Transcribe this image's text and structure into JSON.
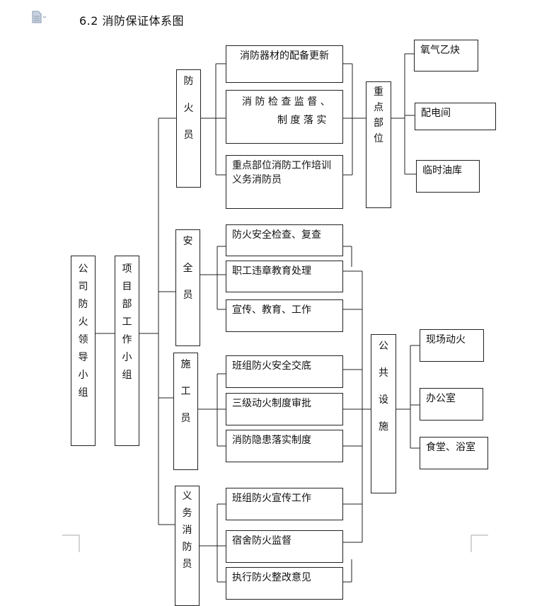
{
  "document": {
    "icon": "document-icon",
    "title": "6.2  消防保证体系图"
  },
  "diagram": {
    "root": "公司防火领导小组",
    "project_group": "项目部工作小组",
    "roles": {
      "fire": "防火员",
      "safety": "安全员",
      "construction": "施工员",
      "volunteer": "义务消防员"
    },
    "fire_tasks": {
      "t1": "消防器材的配备更新",
      "t2_l1": "消 防 检 查 监 督 、",
      "t2_l2": "制 度 落 实",
      "t3_l1": "重点部位消防工作培训",
      "t3_l2": "义务消防员"
    },
    "safety_tasks": {
      "t1": "防火安全检查、复查",
      "t2": "职工违章教育处理",
      "t3": "宣传、教育、工作"
    },
    "construction_tasks": {
      "t1": "班组防火安全交底",
      "t2": "三级动火制度审批",
      "t3": "消防隐患落实制度"
    },
    "volunteer_tasks": {
      "t1": "班组防火宣传工作",
      "t2": "宿舍防火监督",
      "t3": "执行防火整改意见"
    },
    "key_parts": {
      "label": "重点部位",
      "items": [
        "氧气乙炔",
        "配电间",
        "临时油库"
      ]
    },
    "public_facilities": {
      "label": "公共设施",
      "items": [
        "现场动火",
        "办公室",
        "食堂、浴室"
      ]
    }
  }
}
